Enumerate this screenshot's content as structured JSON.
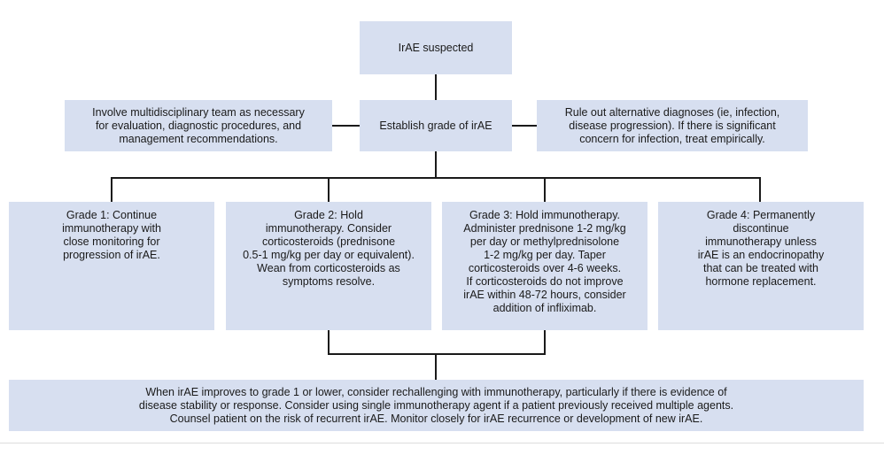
{
  "nodes": {
    "suspected": "IrAE suspected",
    "establish": "Establish grade of irAE",
    "multidisciplinary": "Involve multidisciplinary team as necessary\nfor evaluation, diagnostic procedures, and\nmanagement recommendations.",
    "rule_out": "Rule out alternative diagnoses (ie, infection,\ndisease progression). If there is significant\nconcern for infection, treat empirically.",
    "grade1": "Grade 1: Continue\nimmunotherapy with\nclose monitoring for\nprogression of irAE.",
    "grade2": "Grade 2: Hold\nimmunotherapy. Consider\ncorticosteroids (prednisone\n0.5-1 mg/kg per day or equivalent).\nWean from corticosteroids as\nsymptoms resolve.",
    "grade3": "Grade 3: Hold immunotherapy.\nAdminister prednisone 1-2 mg/kg\nper day or methylprednisolone\n1-2 mg/kg per day. Taper\ncorticosteroids over 4-6 weeks.\nIf corticosteroids do not improve\nirAE within 48-72 hours, consider\naddition of infliximab.",
    "grade4": "Grade 4: Permanently\ndiscontinue\nimmunotherapy unless\nirAE is an endocrinopathy\nthat can be treated with\nhormone replacement.",
    "rechallenge": "When irAE improves to grade 1 or lower, consider rechallenging with immunotherapy, particularly if there is evidence of\ndisease stability or response. Consider using single immunotherapy agent if a patient previously received multiple agents.\nCounsel patient on the risk of recurrent irAE. Monitor closely for irAE recurrence or development of new irAE."
  },
  "colors": {
    "box_fill": "#d7dff0",
    "line": "#1a1a1a"
  }
}
